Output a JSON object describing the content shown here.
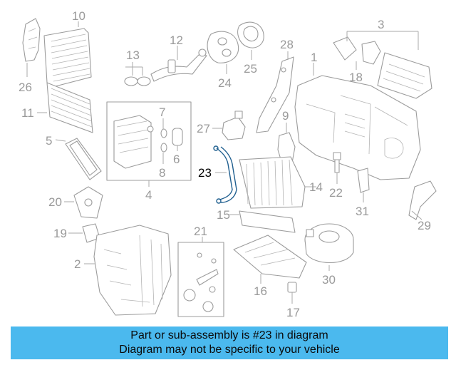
{
  "diagram": {
    "highlighted_part": "23",
    "callouts": {
      "c1": "1",
      "c2": "2",
      "c3": "3",
      "c4": "4",
      "c5": "5",
      "c6": "6",
      "c7": "7",
      "c8": "8",
      "c9": "9",
      "c10": "10",
      "c11": "11",
      "c12": "12",
      "c13": "13",
      "c14": "14",
      "c15": "15",
      "c16": "16",
      "c17": "17",
      "c18": "18",
      "c19": "19",
      "c20": "20",
      "c21": "21",
      "c22": "22",
      "c23": "23",
      "c24": "24",
      "c25": "25",
      "c26": "26",
      "c27": "27",
      "c28": "28",
      "c29": "29",
      "c30": "30",
      "c31": "31"
    },
    "colors": {
      "line_art": "#9c9c9c",
      "highlight": "#1f5f8f",
      "banner": "#4bb9ee"
    }
  },
  "banner": {
    "line1": "Part or sub-assembly is #23 in diagram",
    "line2": "Diagram may not be specific to your vehicle"
  }
}
